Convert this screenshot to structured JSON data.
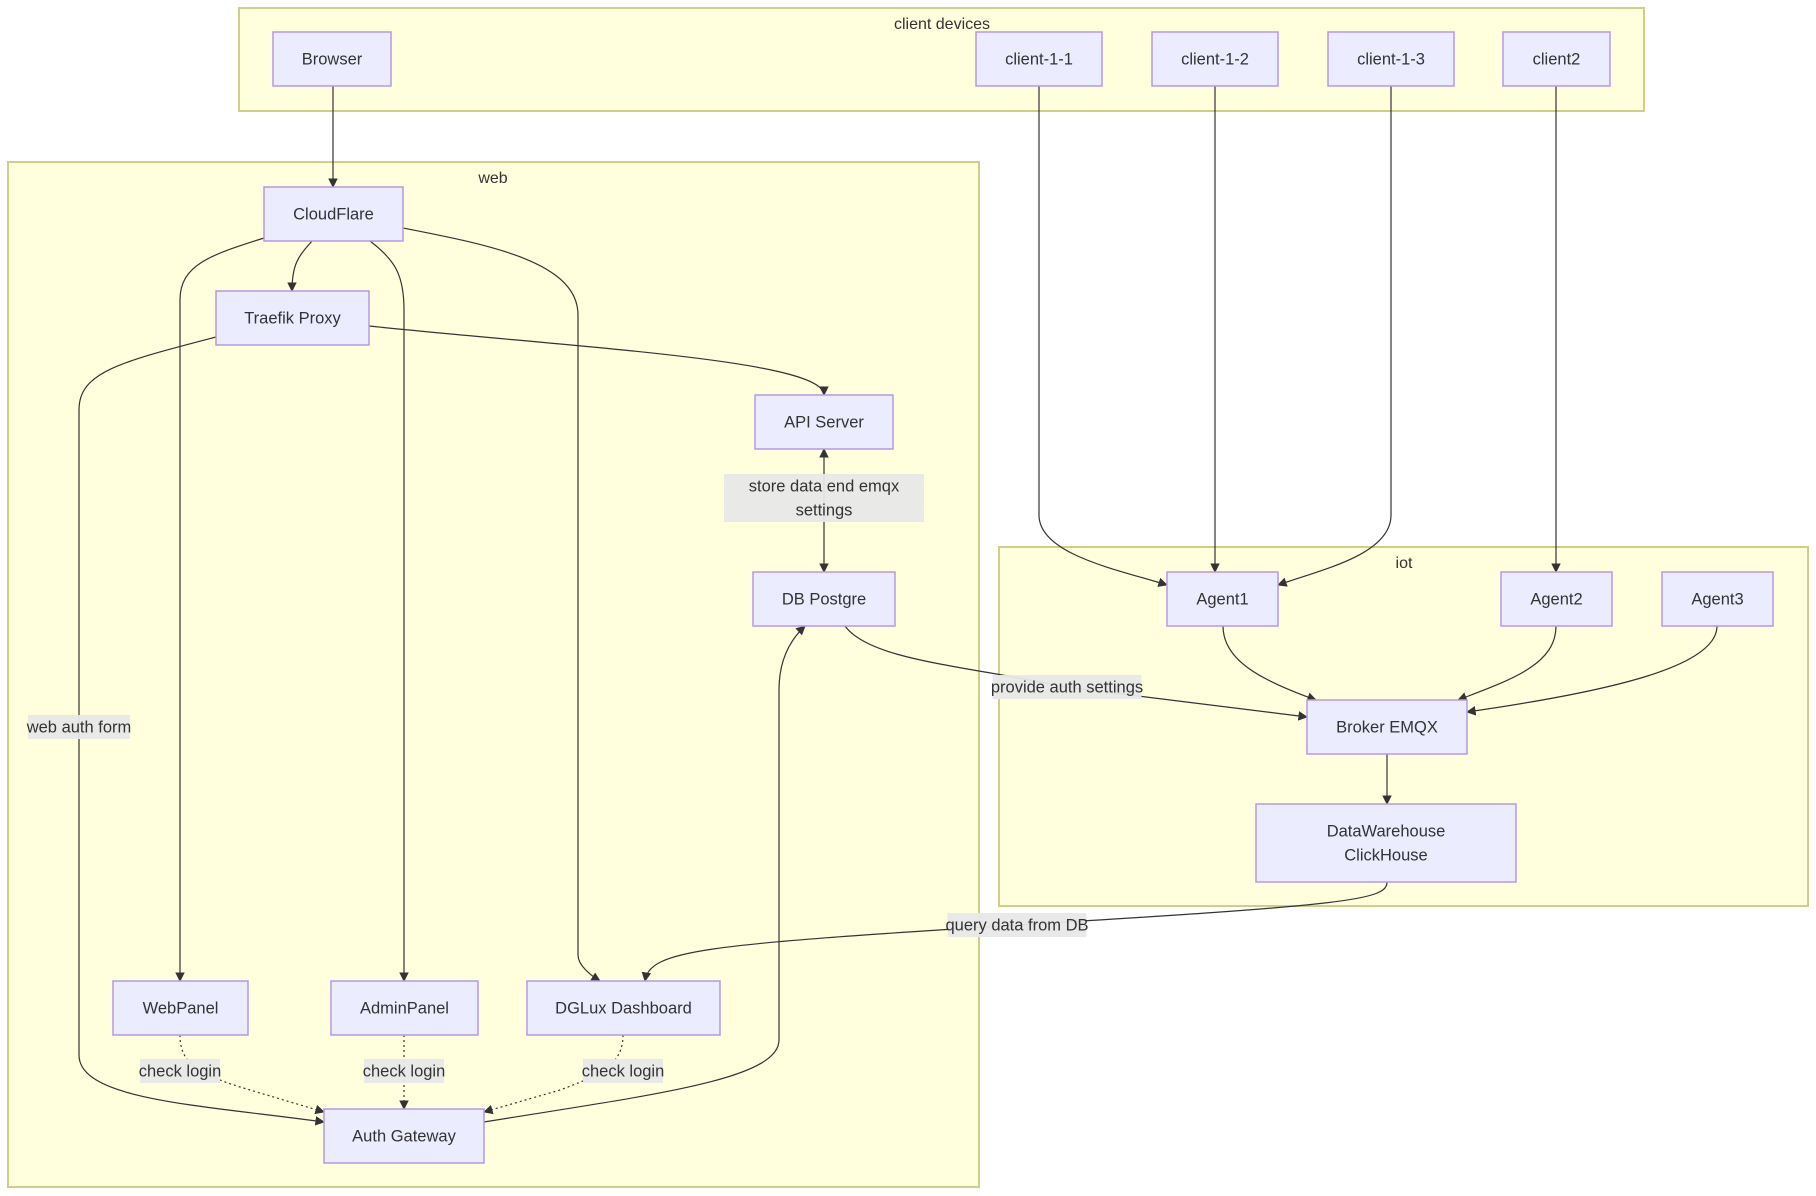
{
  "diagram": {
    "type": "flowchart",
    "clusters": [
      {
        "id": "client_devices",
        "label": "client devices"
      },
      {
        "id": "web",
        "label": "web"
      },
      {
        "id": "iot",
        "label": "iot"
      }
    ],
    "nodes": [
      {
        "id": "browser",
        "cluster": "client_devices",
        "label": [
          "Browser"
        ]
      },
      {
        "id": "client11",
        "cluster": "client_devices",
        "label": [
          "client-1-1"
        ]
      },
      {
        "id": "client12",
        "cluster": "client_devices",
        "label": [
          "client-1-2"
        ]
      },
      {
        "id": "client13",
        "cluster": "client_devices",
        "label": [
          "client-1-3"
        ]
      },
      {
        "id": "client2",
        "cluster": "client_devices",
        "label": [
          "client2"
        ]
      },
      {
        "id": "cloudflare",
        "cluster": "web",
        "label": [
          "CloudFlare"
        ]
      },
      {
        "id": "traefik",
        "cluster": "web",
        "label": [
          "Traefik Proxy"
        ]
      },
      {
        "id": "api",
        "cluster": "web",
        "label": [
          "API Server"
        ]
      },
      {
        "id": "db",
        "cluster": "web",
        "label": [
          "DB Postgre"
        ]
      },
      {
        "id": "webpanel",
        "cluster": "web",
        "label": [
          "WebPanel"
        ]
      },
      {
        "id": "adminpanel",
        "cluster": "web",
        "label": [
          "AdminPanel"
        ]
      },
      {
        "id": "dglux",
        "cluster": "web",
        "label": [
          "DGLux Dashboard"
        ]
      },
      {
        "id": "auth",
        "cluster": "web",
        "label": [
          "Auth Gateway"
        ]
      },
      {
        "id": "agent1",
        "cluster": "iot",
        "label": [
          "Agent1"
        ]
      },
      {
        "id": "agent2",
        "cluster": "iot",
        "label": [
          "Agent2"
        ]
      },
      {
        "id": "agent3",
        "cluster": "iot",
        "label": [
          "Agent3"
        ]
      },
      {
        "id": "broker",
        "cluster": "iot",
        "label": [
          "Broker EMQX"
        ]
      },
      {
        "id": "clickhouse",
        "cluster": "iot",
        "label": [
          "DataWarehouse",
          "ClickHouse"
        ]
      }
    ],
    "edges": [
      {
        "id": "e_browser_cloudflare",
        "from": "browser",
        "to": "cloudflare",
        "style": "solid",
        "label": []
      },
      {
        "id": "e_cloudflare_traefik",
        "from": "cloudflare",
        "to": "traefik",
        "style": "solid",
        "label": []
      },
      {
        "id": "e_cloudflare_webpanel",
        "from": "cloudflare",
        "to": "webpanel",
        "style": "solid",
        "label": []
      },
      {
        "id": "e_cloudflare_adminpanel",
        "from": "cloudflare",
        "to": "adminpanel",
        "style": "solid",
        "label": []
      },
      {
        "id": "e_cloudflare_dglux",
        "from": "cloudflare",
        "to": "dglux",
        "style": "solid",
        "label": []
      },
      {
        "id": "e_traefik_api",
        "from": "traefik",
        "to": "api",
        "style": "solid",
        "label": []
      },
      {
        "id": "e_traefik_auth",
        "from": "traefik",
        "to": "auth",
        "style": "solid",
        "label": [
          "web auth form"
        ]
      },
      {
        "id": "e_api_db",
        "from": "api",
        "to": "db",
        "style": "solid",
        "bidirectional": true,
        "label": [
          "store data end emqx",
          "settings"
        ]
      },
      {
        "id": "e_db_broker",
        "from": "db",
        "to": "broker",
        "style": "solid",
        "label": [
          "provide auth settings"
        ]
      },
      {
        "id": "e_auth_db",
        "from": "auth",
        "to": "db",
        "style": "solid",
        "label": []
      },
      {
        "id": "e_webpanel_auth",
        "from": "webpanel",
        "to": "auth",
        "style": "dotted",
        "label": [
          "check login"
        ]
      },
      {
        "id": "e_adminpanel_auth",
        "from": "adminpanel",
        "to": "auth",
        "style": "dotted",
        "label": [
          "check login"
        ]
      },
      {
        "id": "e_dglux_auth",
        "from": "dglux",
        "to": "auth",
        "style": "dotted",
        "label": [
          "check login"
        ]
      },
      {
        "id": "e_client11_agent1",
        "from": "client11",
        "to": "agent1",
        "style": "solid",
        "label": []
      },
      {
        "id": "e_client12_agent1",
        "from": "client12",
        "to": "agent1",
        "style": "solid",
        "label": []
      },
      {
        "id": "e_client13_agent1",
        "from": "client13",
        "to": "agent1",
        "style": "solid",
        "label": []
      },
      {
        "id": "e_client2_agent2",
        "from": "client2",
        "to": "agent2",
        "style": "solid",
        "label": []
      },
      {
        "id": "e_agent1_broker",
        "from": "agent1",
        "to": "broker",
        "style": "solid",
        "label": []
      },
      {
        "id": "e_agent2_broker",
        "from": "agent2",
        "to": "broker",
        "style": "solid",
        "label": []
      },
      {
        "id": "e_agent3_broker",
        "from": "agent3",
        "to": "broker",
        "style": "solid",
        "label": []
      },
      {
        "id": "e_broker_clickhouse",
        "from": "broker",
        "to": "clickhouse",
        "style": "solid",
        "label": []
      },
      {
        "id": "e_clickhouse_dglux",
        "from": "clickhouse",
        "to": "dglux",
        "style": "solid",
        "label": [
          "query data from DB"
        ]
      }
    ]
  },
  "colors": {
    "cluster_fill": "#ffffde",
    "cluster_stroke": "#cfcf87",
    "node_fill": "#ececff",
    "node_stroke": "#b599e6",
    "edge": "#333333",
    "edge_label_bg": "#e8e8e8",
    "text": "#333333"
  }
}
